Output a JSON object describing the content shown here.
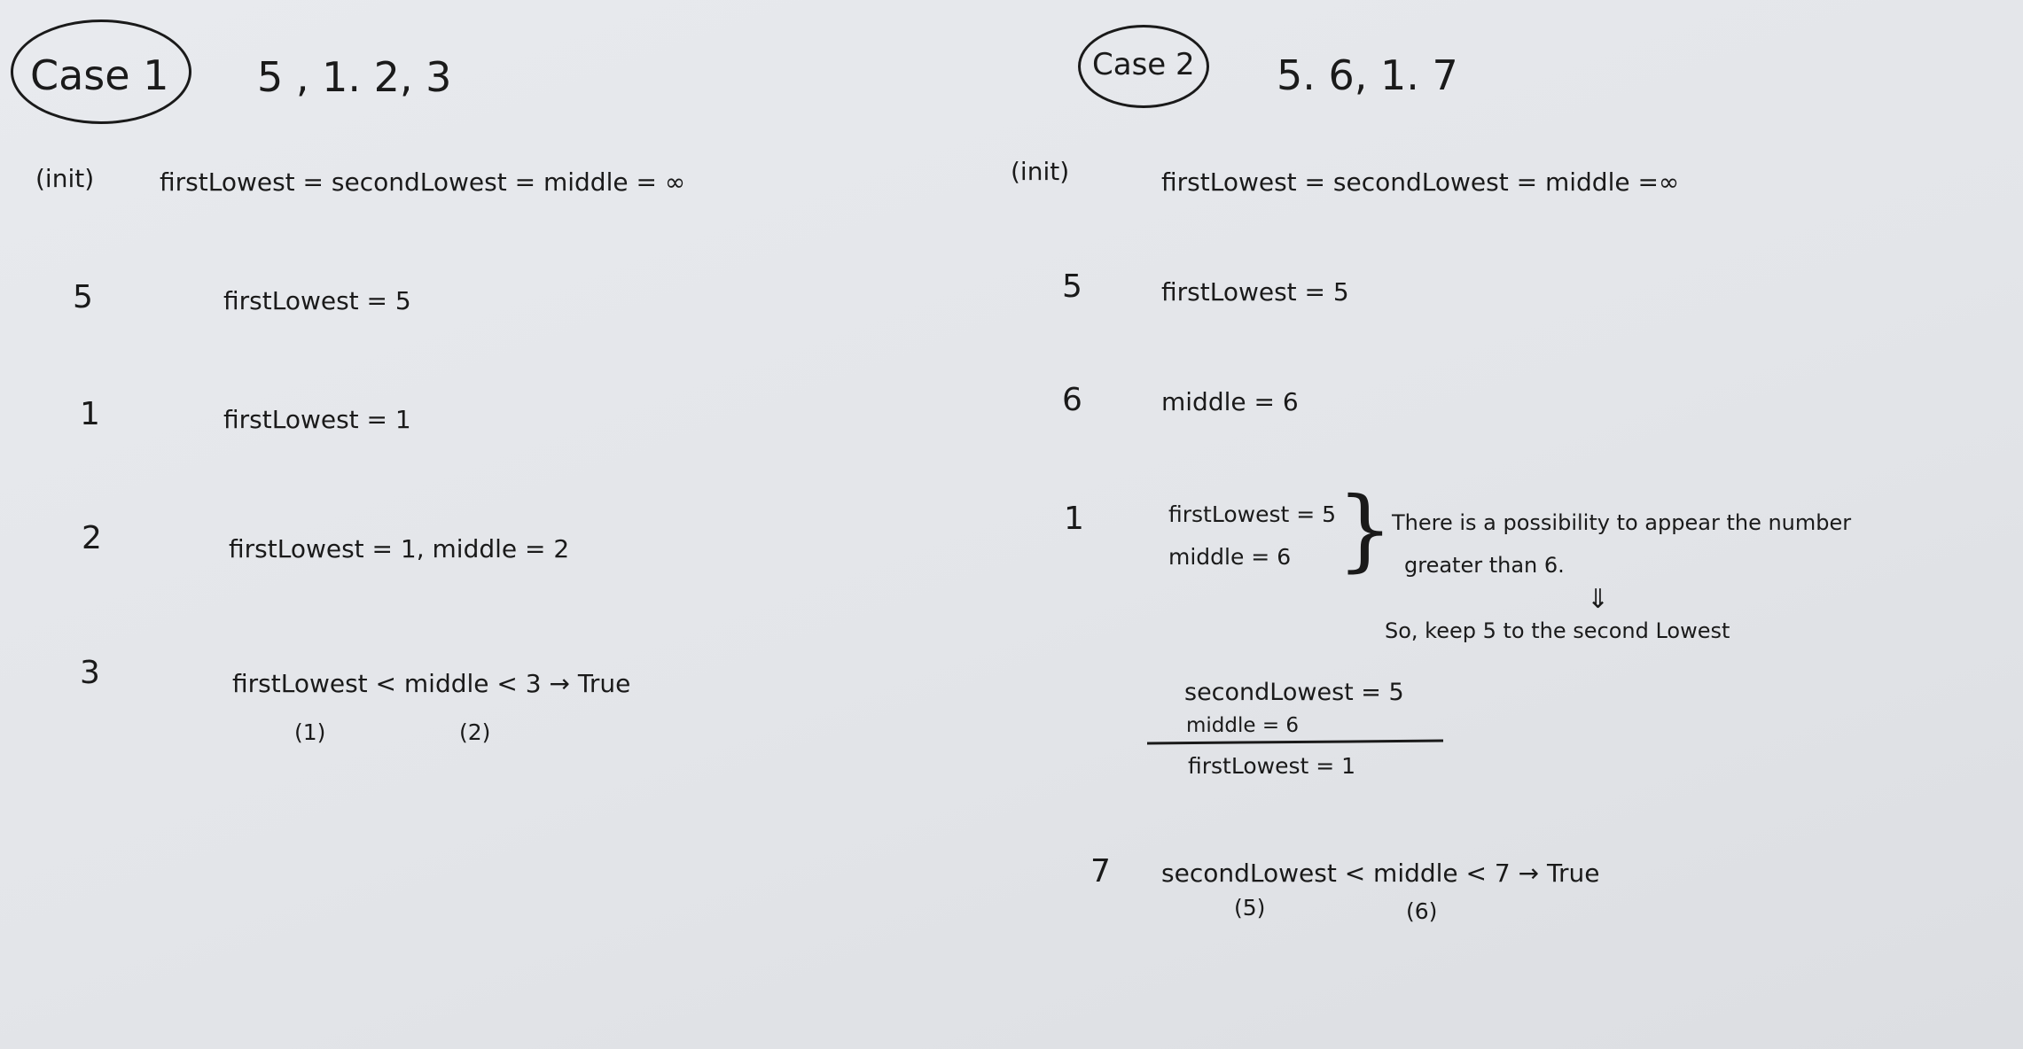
{
  "case1": {
    "label": "Case 1",
    "sequence": "5 ,  1.   2,   3",
    "init": {
      "prefix": "(init)",
      "text": "firstLowest  =  secondLowest  =  middle = ∞"
    },
    "steps": [
      {
        "n": "5",
        "text": "firstLowest = 5"
      },
      {
        "n": "1",
        "text": "firstLowest = 1"
      },
      {
        "n": "2",
        "text": "firstLowest  = 1,  middle = 2"
      },
      {
        "n": "3",
        "text": "firstLowest  <  middle  <  3  →  True"
      }
    ],
    "annotations": [
      "(1)",
      "(2)"
    ]
  },
  "case2": {
    "label": "Case 2",
    "sequence": "5. 6, 1. 7",
    "init": {
      "prefix": "(init)",
      "text": "firstLowest  =  secondLowest  =  middle =∞"
    },
    "steps": [
      {
        "n": "5",
        "text": "firstLowest = 5"
      },
      {
        "n": "6",
        "text": "middle  =  6"
      },
      {
        "n": "1",
        "lines": [
          "firstLowest = 5",
          "middle = 6"
        ]
      },
      {
        "n": "7",
        "text": "secondLowest  <  middle  <  7  →  True"
      }
    ],
    "note": {
      "line1": "There  is  a  possibility  to  appear  the number",
      "line2": "greater  than  6.",
      "arrow": "⇓",
      "line3": "So,  keep  5  to  the  second Lowest"
    },
    "stack": {
      "line1": "secondLowest = 5",
      "line2": "middle = 6",
      "line3": "firstLowest = 1"
    },
    "annotations": [
      "(5)",
      "(6)"
    ]
  }
}
